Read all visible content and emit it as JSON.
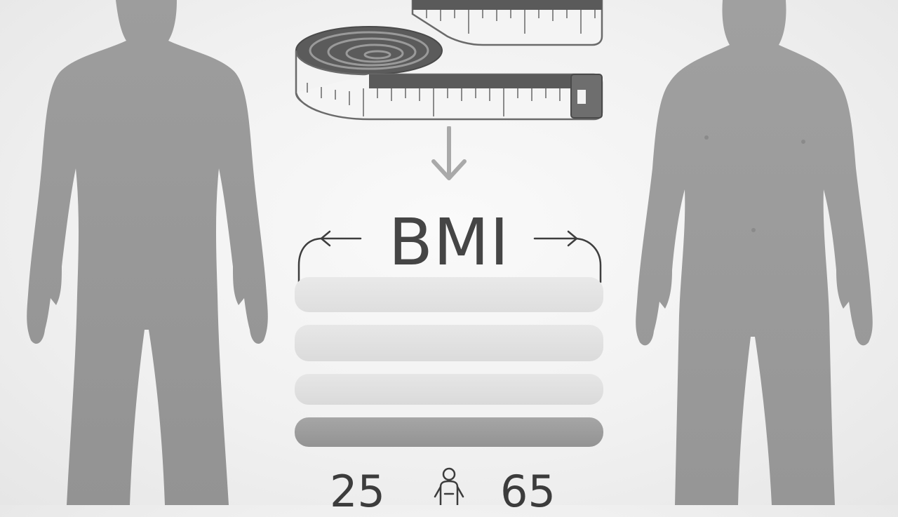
{
  "title": "BMI",
  "age_range": {
    "min": "25",
    "max": "65"
  },
  "colors": {
    "background": "#f1f1f1",
    "silhouette": "#999999",
    "text": "#454545",
    "bar_light": "#e2e2e2",
    "bar_dark": "#9b9b9b"
  },
  "icons": {
    "tape": "measuring-tape-icon",
    "arrow": "arrow-down-icon",
    "person": "person-icon",
    "left_figure": "body-silhouette-slim",
    "right_figure": "body-silhouette-heavier"
  }
}
